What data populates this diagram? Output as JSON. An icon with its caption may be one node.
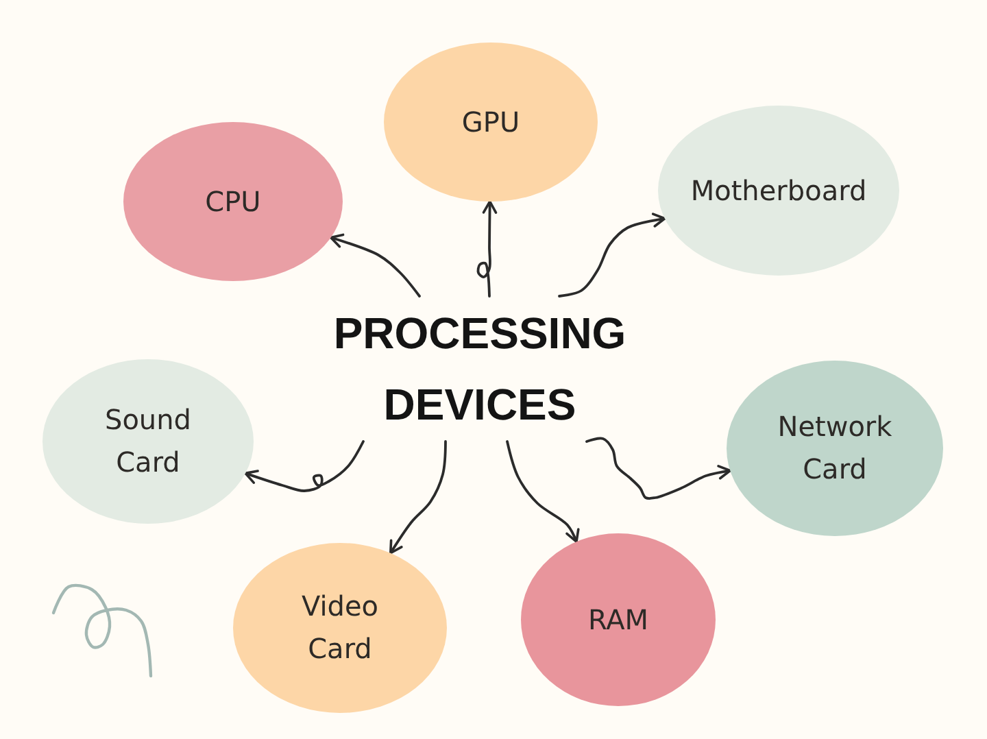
{
  "diagram": {
    "nodes": [
      {
        "text": [
          "CPU"
        ]
      },
      {
        "text": [
          "GPU"
        ]
      },
      {
        "text": [
          "Motherboard"
        ]
      },
      {
        "text": [
          "PROCESSING DEVICES"
        ]
      },
      {
        "text": [
          "Sound Card"
        ]
      },
      {
        "text": [
          "Network Card"
        ]
      },
      {
        "text": [
          "Video Card"
        ]
      },
      {
        "text": [
          "RAM"
        ]
      }
    ],
    "edges": [
      {
        "from": 3,
        "to": 0,
        "arrow": "to"
      },
      {
        "from": 3,
        "to": 1,
        "arrow": "to"
      },
      {
        "from": 3,
        "to": 2,
        "arrow": "to"
      },
      {
        "from": 3,
        "to": 4,
        "arrow": "to"
      },
      {
        "from": 3,
        "to": 6,
        "arrow": "to"
      },
      {
        "from": 3,
        "to": 7,
        "arrow": "to"
      },
      {
        "from": 3,
        "to": 5,
        "arrow": "to"
      }
    ]
  }
}
